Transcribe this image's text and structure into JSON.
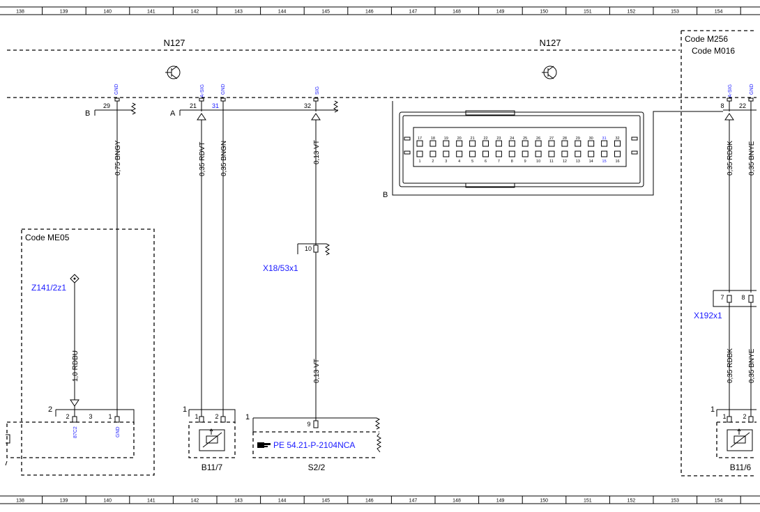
{
  "ruler": {
    "columns": [
      "138",
      "139",
      "140",
      "141",
      "142",
      "143",
      "144",
      "145",
      "146",
      "147",
      "148",
      "149",
      "150",
      "151",
      "152",
      "153",
      "154"
    ]
  },
  "labels": {
    "n127_left": "N127",
    "n127_right": "N127",
    "code_m256": "Code M256",
    "code_m016": "Code M016",
    "code_me05": "Code ME05",
    "conn_b_left": "B",
    "conn_a": "A",
    "conn_b_center": "B",
    "z141": "Z141/2z1",
    "x18": "X18/53x1",
    "x192": "X192x1",
    "b11_7": "B11/7",
    "s2_2": "S2/2",
    "b11_6": "B11/6",
    "pe_ref": "PE 54.21-P-2104NCA",
    "one_a": "1",
    "one_b": "1",
    "one_c": "1",
    "two_a": "2"
  },
  "pins": {
    "p29": "29",
    "p21": "21",
    "p31": "31",
    "p32": "32",
    "p8": "8",
    "p22": "22",
    "p10": "10",
    "p7x": "7",
    "p8x": "8",
    "p9": "9",
    "p2": "2",
    "p3": "3",
    "p1": "1",
    "b7_1": "1",
    "b7_2": "2",
    "b6_1": "1",
    "b6_2": "2"
  },
  "signals": {
    "gnd1": "GND",
    "asig1": "A-SIG",
    "gnd2": "GND",
    "sig": "SIG",
    "asig2": "A-SIG",
    "gnd3": "GND",
    "c87": "87C2",
    "gnd4": "GND"
  },
  "wires": {
    "w_bngy": "0,75 BNGY",
    "w_rdvt": "0,35 RDVT",
    "w_bngn": "0,35 BNGN",
    "w_vt1": "0,13 VT",
    "w_vt2": "0,13 VT",
    "w_rdbk1": "0,35 RDBK",
    "w_bnye1": "0,35 BNYE",
    "w_rdbk2": "0,35 RDBK",
    "w_bnye2": "0,35 BNYE",
    "w_rdbu": "1,0 RDBU"
  },
  "connector_pins": {
    "top": [
      "17",
      "18",
      "19",
      "20",
      "21",
      "22",
      "23",
      "24",
      "25",
      "26",
      "27",
      "28",
      "29",
      "30",
      "31",
      "32"
    ],
    "bottom": [
      "1",
      "2",
      "3",
      "4",
      "5",
      "6",
      "7",
      "8",
      "9",
      "10",
      "11",
      "12",
      "13",
      "14",
      "15",
      "16"
    ],
    "highlight": [
      "31",
      "15"
    ]
  },
  "colors": {
    "link_blue": "#1a1aff",
    "line": "#000000"
  }
}
